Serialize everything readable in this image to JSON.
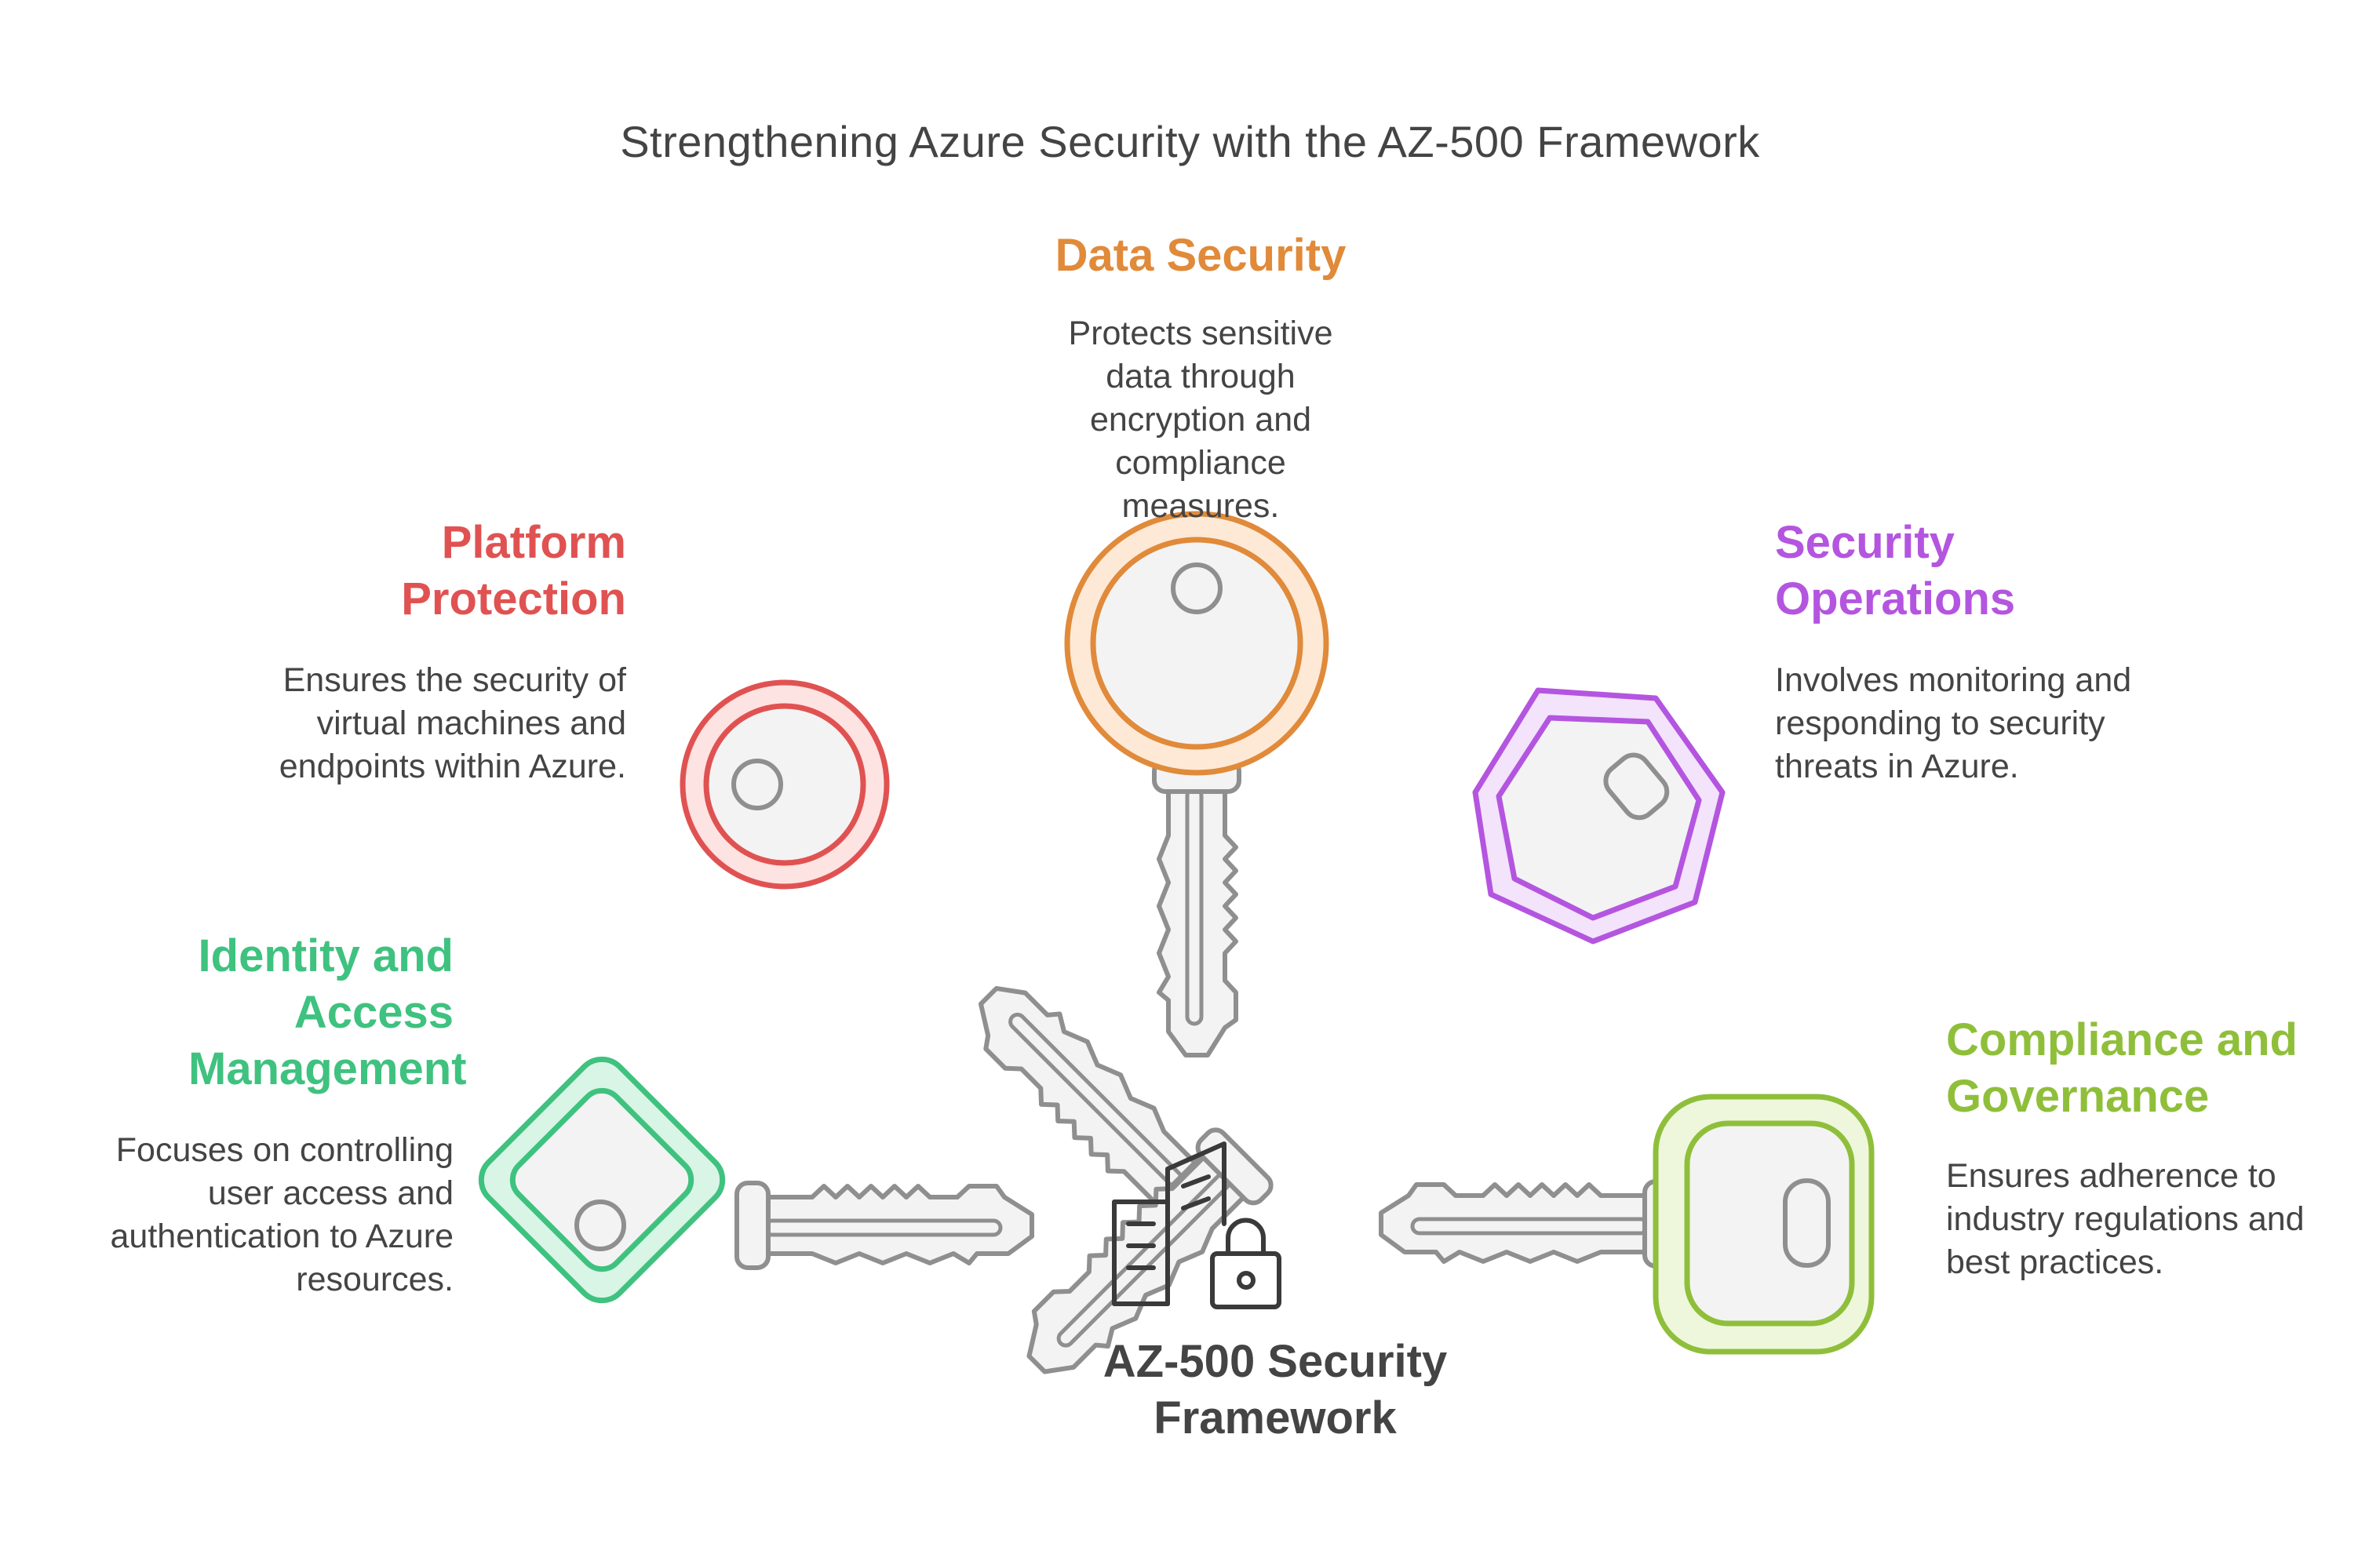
{
  "title": "Strengthening Azure Security with the AZ-500 Framework",
  "center_label": "AZ-500 Security Framework",
  "colors": {
    "text": "#444444",
    "key_gray": "#8f8f8f",
    "data_security": "#e08a3a",
    "platform_protection": "#e05252",
    "security_operations": "#b455e0",
    "identity_access": "#3fc27f",
    "compliance_governance": "#8fbf3a"
  },
  "sections": {
    "data_security": {
      "heading": "Data Security",
      "description": "Protects sensitive data through encryption and compliance measures."
    },
    "platform_protection": {
      "heading": "Platform Protection",
      "description": "Ensures the security of virtual machines and endpoints within Azure."
    },
    "security_operations": {
      "heading": "Security Operations",
      "description": "Involves monitoring and responding to security threats in Azure."
    },
    "identity_access": {
      "heading": "Identity and Access Management",
      "description": "Focuses on controlling user access and authentication to Azure resources."
    },
    "compliance_governance": {
      "heading": "Compliance and Governance",
      "description": "Ensures adherence to industry regulations and best practices."
    }
  },
  "icons": {
    "center": "building-lock-icon",
    "data_security": "round-key-icon",
    "platform_protection": "trefoil-key-icon",
    "security_operations": "hexagon-key-icon",
    "identity_access": "diamond-key-icon",
    "compliance_governance": "square-key-icon"
  }
}
